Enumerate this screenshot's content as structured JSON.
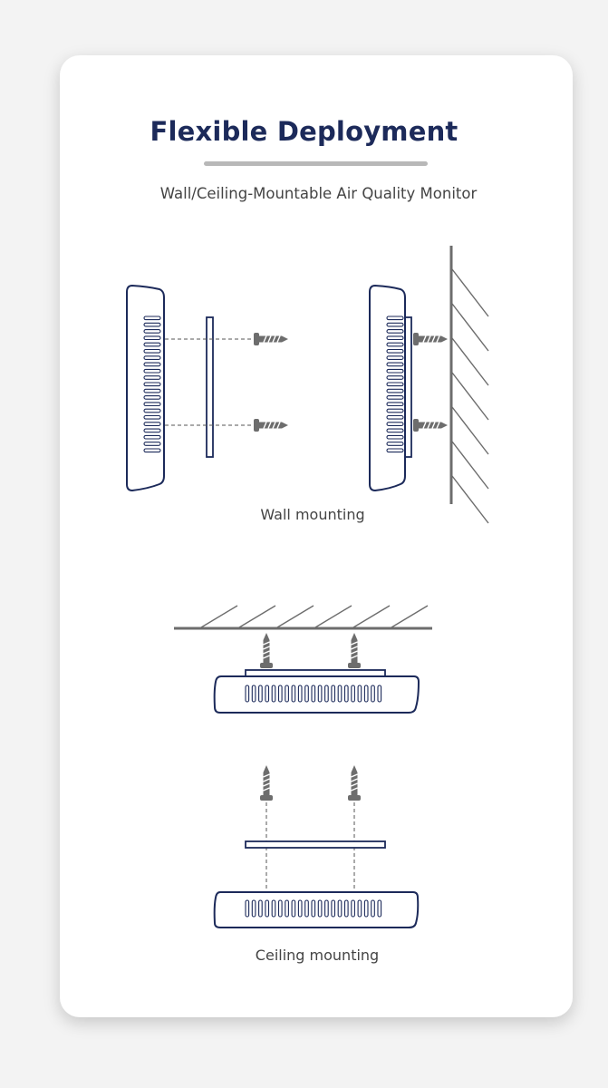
{
  "title": "Flexible Deployment",
  "subtitle": "Wall/Ceiling-Mountable Air Quality Monitor",
  "captions": {
    "wall": "Wall mounting",
    "ceiling": "Ceiling mounting"
  },
  "colors": {
    "background": "#f3f3f3",
    "card": "#ffffff",
    "title": "#1c2a5a",
    "device_outline": "#1c2a5a",
    "screw": "#6d6d6d",
    "surface": "#6d6d6d"
  },
  "icons": [
    "device-icon",
    "mounting-plate-icon",
    "screw-icon",
    "wall-icon",
    "ceiling-icon"
  ]
}
